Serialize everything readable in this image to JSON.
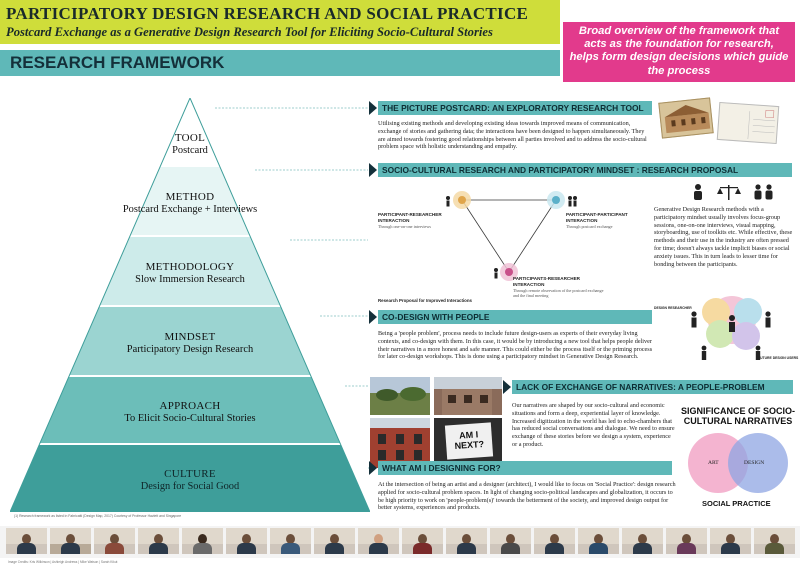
{
  "header": {
    "title": "PARTICIPATORY DESIGN RESEARCH AND SOCIAL PRACTICE",
    "subtitle": "Postcard Exchange as a Generative Design Research Tool for Eliciting Socio-Cultural Stories",
    "section": "RESEARCH FRAMEWORK"
  },
  "callout": "Broad overview of the framework that acts as the foundation for research, helps form design decisions which guide the process",
  "pyramid": {
    "tiers": [
      {
        "title": "TOOL",
        "subtitle": "Postcard"
      },
      {
        "title": "METHOD",
        "subtitle": "Postcard Exchange + Interviews"
      },
      {
        "title": "METHODOLOGY",
        "subtitle": "Slow Immersion Research"
      },
      {
        "title": "MINDSET",
        "subtitle": "Participatory Design Research"
      },
      {
        "title": "APPROACH",
        "subtitle": "To Elicit Socio-Cultural Stories"
      },
      {
        "title": "CULTURE",
        "subtitle": "Design for Social Good"
      }
    ],
    "caption": "(1) Research framework as listed in Fabricatti (Design Map, 2017) Courtesy of Professor Hazlett and Singapore"
  },
  "sections": {
    "postcard": {
      "heading": "THE PICTURE POSTCARD: AN EXPLORATORY RESEARCH TOOL",
      "body": "Utilising existing methods and developing existing ideas towards improved means of communication, exchange of stories and gathering data; the interactions have been designed to happen simultaneously. They are aimed towards fostering good relationships between all parties involved and to address the socio-cultural problem space with holistic understanding and empathy."
    },
    "proposal": {
      "heading": "SOCIO-CULTURAL RESEARCH  AND PARTICIPATORY MINDSET : RESEARCH PROPOSAL",
      "label_left": "PARTICIPANT-RESEARCHER INTERACTION",
      "note_left": "Through one-on-one interviews",
      "label_right": "PARTICIPANT-PARTICIPANT INTERACTION",
      "note_right": "Through postcard exchange",
      "label_bottom": "PARTICIPANTS-RESEARCHER INTERACTION",
      "note_bottom": "Through remote observation of the postcard exchange and the final meeting",
      "diagram_caption": "Research Proposal for Improved Interactions",
      "body": "Generative Design Research methods with a participatory mindset usually involves focus-group sessions, one-on-one interviews, visual mapping, storyboarding, use of toolkits etc. While effective, these methods and their use in the industry are often pressed for time; doesn't always tackle implicit biases or social anxiety issues. This in turn leads to lesser time for bonding between the participants.",
      "diagram2_label_left": "DESIGN RESEARCHER",
      "diagram2_label_right": "FUTURE DESIGN USERS"
    },
    "codesign": {
      "heading": "CO-DESIGN WITH PEOPLE",
      "body": "Being a 'people problem', process needs to include future design-users as experts of their everyday living contexts, and co-design with them. In this case, it would be by introducing a new tool that helps people deliver their narratives in a more honest and safe manner. This could either be the process itself or the priming process for later co-design workshops. This is done using a participatory mindset in Generative Design Research."
    },
    "narratives": {
      "heading": "LACK OF EXCHANGE OF NARRATIVES: A PEOPLE-PROBLEM",
      "body": "Our narratives are shaped by our socio-cultural and economic situations and form a deep, experiential layer of knowledge. Increased digitization in the world has led to echo-chambers that has reduced social conversations and dialogue. We need to ensure exchange of these stories before we design a system, experience or a product.",
      "photo_caption": "AM I NEXT?"
    },
    "designing": {
      "heading": "WHAT AM I DESIGNING FOR?",
      "body": "At the intersection of being  an artist and a designer (architect), I would like to focus on 'Social Practice': design research applied for socio-cultural problem spaces. In light of changing socio-political landscapes and globalization, it occurs to be high priority to work on 'people-problem(s)' towards the betterment of the society, and improved design output for better systems, experiences and products."
    }
  },
  "venn": {
    "title": "SIGNIFICANCE OF SOCIO-CULTURAL NARRATIVES",
    "left": "ART",
    "right": "DESIGN",
    "bottom": "SOCIAL PRACTICE"
  },
  "strip_credit": "Image Credits: Kris Wilkinson | Ashleigh Andrews | Mike Watson | Sarah Kikut",
  "colors": {
    "lime": "#cfdd3a",
    "teal": "#5fb8b8",
    "magenta": "#e23a8c",
    "tier_light": "#cdebea",
    "tier_dark": "#3e9e9a"
  }
}
